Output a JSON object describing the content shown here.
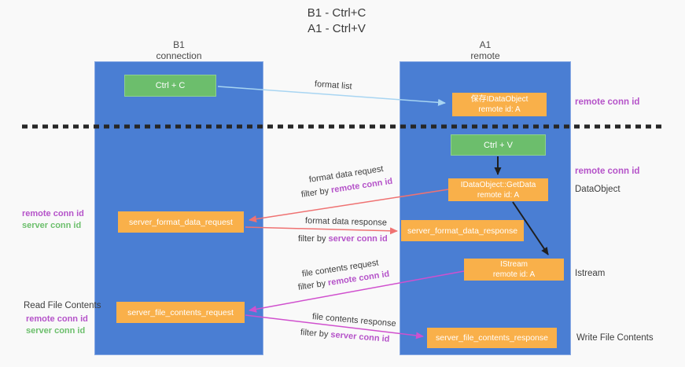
{
  "title": {
    "line1": "B1 - Ctrl+C",
    "line2": "A1 - Ctrl+V"
  },
  "lifelines": {
    "left": {
      "name": "B1",
      "role": "connection"
    },
    "right": {
      "name": "A1",
      "role": "remote"
    }
  },
  "boxes": {
    "ctrl_c": {
      "label": "Ctrl + C"
    },
    "ctrl_v": {
      "label": "Ctrl + V"
    },
    "save_dataobject": {
      "line1": "保存IDataObject",
      "line2": "remote id: A"
    },
    "getdata": {
      "line1": "IDataObject::GetData",
      "line2": "remote id: A"
    },
    "istream": {
      "line1": "IStream",
      "line2": "remote id: A"
    },
    "server_format_data_request": {
      "label": "server_format_data_request"
    },
    "server_format_data_response": {
      "label": "server_format_data_response"
    },
    "server_file_contents_request": {
      "label": "server_file_contents_request"
    },
    "server_file_contents_response": {
      "label": "server_file_contents_response"
    }
  },
  "arrows": {
    "format_list": {
      "label": "format list"
    },
    "format_data_request": {
      "label": "format data request",
      "filter_prefix": "filter by ",
      "filter_key": "remote conn id"
    },
    "format_data_response": {
      "label": "format data response",
      "filter_prefix": "filter by ",
      "filter_key": "server conn id"
    },
    "file_contents_request": {
      "label": "file contents request",
      "filter_prefix": "filter by ",
      "filter_key": "remote conn id"
    },
    "file_contents_response": {
      "label": "file contents response",
      "filter_prefix": "filter by ",
      "filter_key": "server conn id"
    }
  },
  "side_labels": {
    "right_remote_conn_id_top": "remote conn id",
    "right_remote_conn_id_mid": "remote conn id",
    "right_dataobject": "DataObject",
    "right_istream": "Istream",
    "right_write_file_contents": "Write File Contents",
    "left_remote_conn_id_top": "remote conn id",
    "left_server_conn_id_top": "server conn id",
    "left_read_file_contents": "Read File Contents",
    "left_remote_conn_id_bottom": "remote conn id",
    "left_server_conn_id_bottom": "server conn id"
  },
  "colors": {
    "lifeline_blue": "#4a7ed3",
    "box_orange": "#f9b04a",
    "box_green": "#6cbe6c",
    "conn_id_purple": "#b553c9",
    "conn_id_green": "#6cbf6c",
    "arrow_salmon": "#ef7272",
    "arrow_magenta": "#d050ce",
    "arrow_lightblue": "#a8d5f2",
    "arrow_black": "#1f1f1f"
  }
}
